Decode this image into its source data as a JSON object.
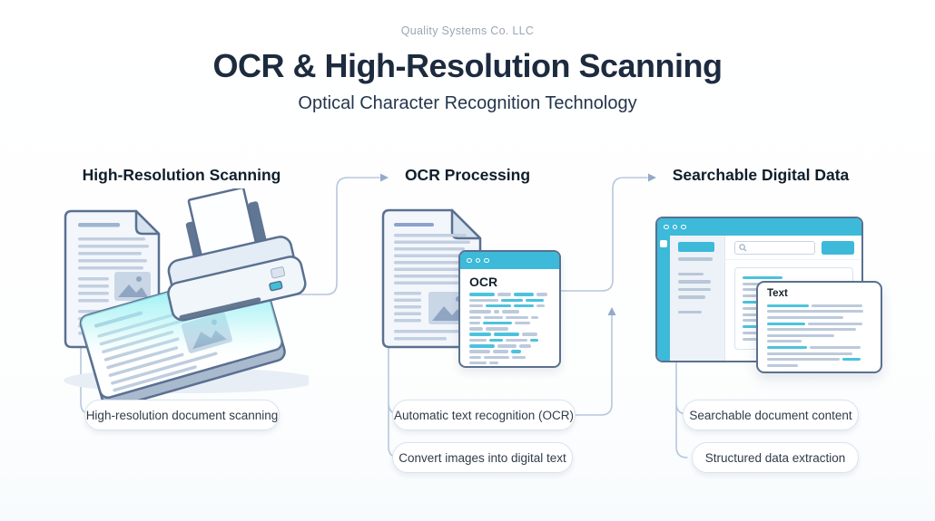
{
  "brand": "Quality Systems Co. LLC",
  "title": "OCR & High-Resolution Scanning",
  "subtitle": "Optical Character Recognition Technology",
  "columns": [
    {
      "header": "High-Resolution Scanning",
      "labels": [
        "High-resolution document scanning"
      ]
    },
    {
      "header": "OCR Processing",
      "labels": [
        "Automatic text recognition (OCR)",
        "Convert images into digital text"
      ]
    },
    {
      "header": "Searchable Digital Data",
      "labels": [
        "Searchable document content",
        "Structured data extraction"
      ]
    }
  ],
  "ocr_window": {
    "title": "OCR"
  },
  "text_card": {
    "title": "Text"
  },
  "icons": {
    "window_controls": "three-dots",
    "search": "magnifier"
  },
  "colors": {
    "accent_cyan": "#3db9d9",
    "navy": "#1d2b3f",
    "outline": "#5a7090",
    "connector": "#b7c7dc"
  }
}
